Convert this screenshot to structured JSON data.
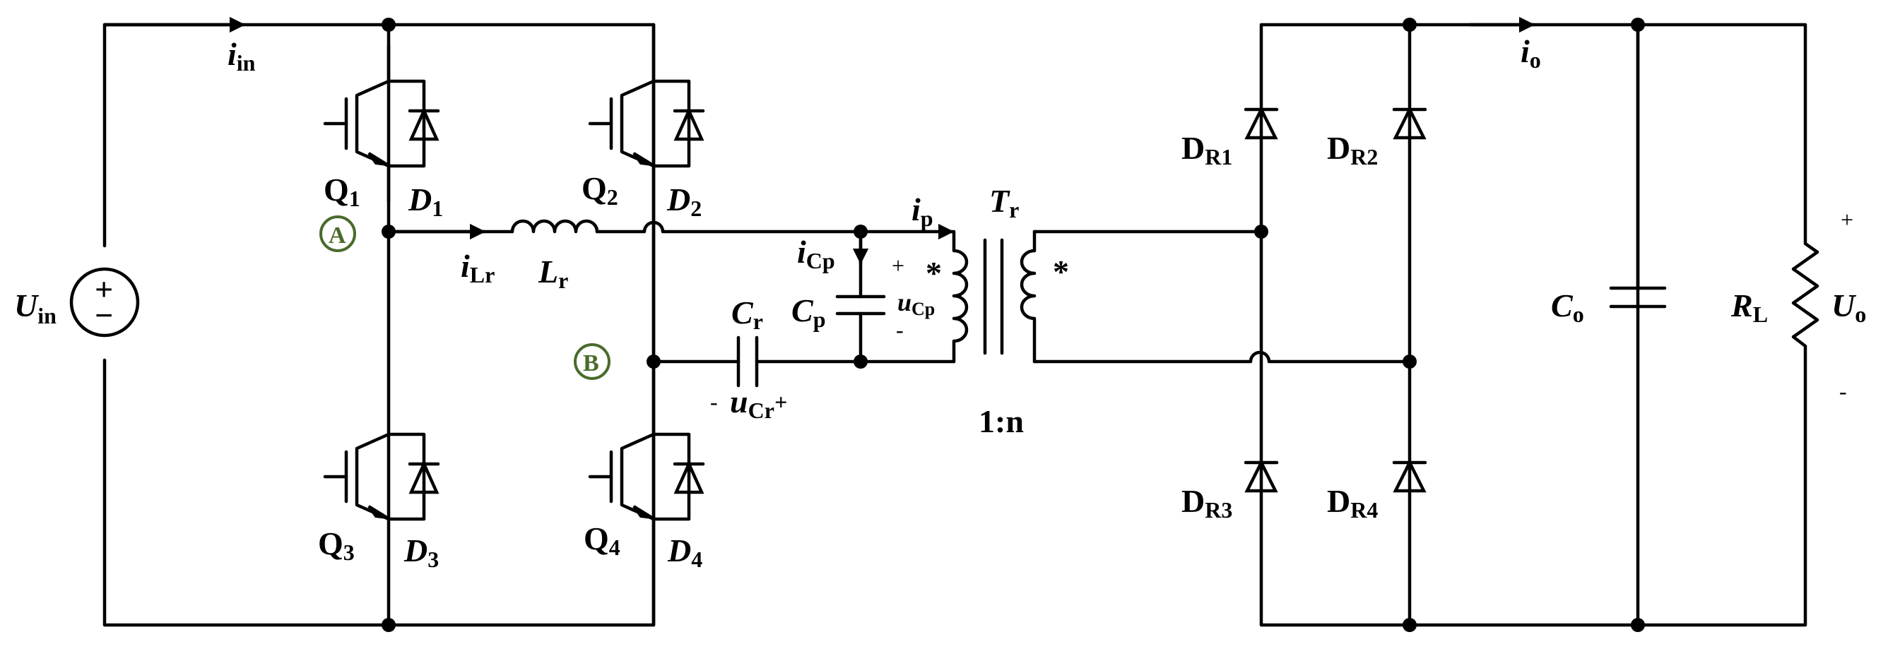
{
  "labels": {
    "u_in": "U",
    "u_in_sub": "in",
    "i_in": "i",
    "i_in_sub": "in",
    "q1": "Q",
    "q1_sub": "1",
    "q2": "Q",
    "q2_sub": "2",
    "q3": "Q",
    "q3_sub": "3",
    "q4": "Q",
    "q4_sub": "4",
    "d1": "D",
    "d1_sub": "1",
    "d2": "D",
    "d2_sub": "2",
    "d3": "D",
    "d3_sub": "3",
    "d4": "D",
    "d4_sub": "4",
    "node_a": "A",
    "node_b": "B",
    "i_lr": "i",
    "i_lr_sub": "Lr",
    "l_r": "L",
    "l_r_sub": "r",
    "c_r": "C",
    "c_r_sub": "r",
    "u_cr_minus": "-",
    "u_cr": "u",
    "u_cr_sub": "Cr",
    "u_cr_plus": "+",
    "i_cp": "i",
    "i_cp_sub": "Cp",
    "c_p": "C",
    "c_p_sub": "p",
    "u_cp_plus": "+",
    "u_cp": "u",
    "u_cp_sub": "Cp",
    "u_cp_minus": "-",
    "i_p": "i",
    "i_p_sub": "p",
    "t_r": "T",
    "t_r_sub": "r",
    "ratio": "1:n",
    "dot_primary": "*",
    "dot_secondary": "*",
    "dr1": "D",
    "dr1_sub": "R1",
    "dr2": "D",
    "dr2_sub": "R2",
    "dr3": "D",
    "dr3_sub": "R3",
    "dr4": "D",
    "dr4_sub": "R4",
    "i_o": "i",
    "i_o_sub": "o",
    "c_o": "C",
    "c_o_sub": "o",
    "r_l": "R",
    "r_l_sub": "L",
    "u_o": "U",
    "u_o_sub": "o",
    "u_o_plus": "+",
    "u_o_minus": "-",
    "src_plus": "+",
    "src_minus": "−"
  },
  "colors": {
    "wire": "#000000",
    "node_marker": "#4a6b2a"
  }
}
